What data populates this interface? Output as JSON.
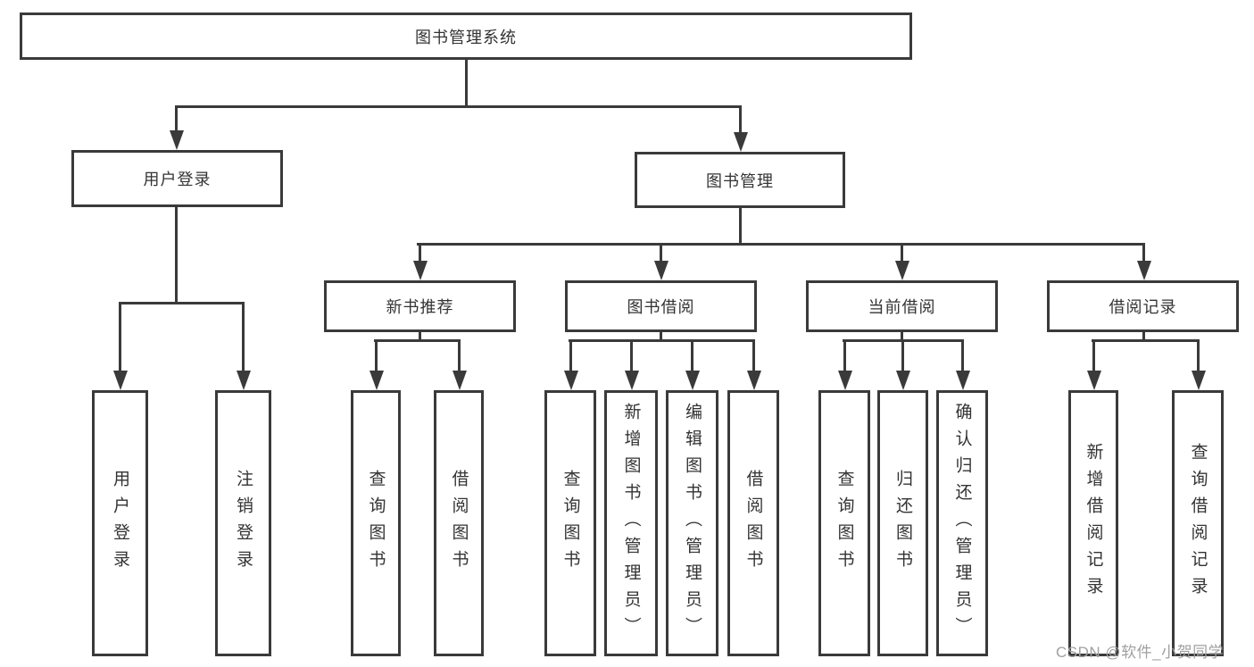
{
  "diagram_title": "图书管理系统",
  "tree": {
    "label": "图书管理系统",
    "children": [
      {
        "label": "用户登录",
        "children": [
          {
            "label": "用户登录"
          },
          {
            "label": "注销登录"
          }
        ]
      },
      {
        "label": "图书管理",
        "children": [
          {
            "label": "新书推荐",
            "children": [
              {
                "label": "查询图书"
              },
              {
                "label": "借阅图书"
              }
            ]
          },
          {
            "label": "图书借阅",
            "children": [
              {
                "label": "查询图书"
              },
              {
                "label": "新增图书（管理员）"
              },
              {
                "label": "编辑图书（管理员）"
              },
              {
                "label": "借阅图书"
              }
            ]
          },
          {
            "label": "当前借阅",
            "children": [
              {
                "label": "查询图书"
              },
              {
                "label": "归还图书"
              },
              {
                "label": "确认归还（管理员）"
              }
            ]
          },
          {
            "label": "借阅记录",
            "children": [
              {
                "label": "新增借阅记录"
              },
              {
                "label": "查询借阅记录"
              }
            ]
          }
        ]
      }
    ]
  },
  "watermark": {
    "text": "CSDN @软件_小贺同学"
  },
  "colors": {
    "line": "#3a3a3a",
    "text": "#333333",
    "background": "#ffffff",
    "watermark": "#a0a0a0"
  }
}
